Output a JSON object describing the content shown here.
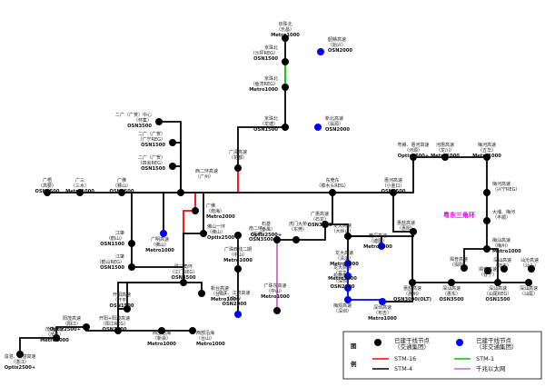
{
  "region_label": "粤东三角环",
  "legend": {
    "title_chars": [
      "图",
      "例"
    ],
    "items": [
      {
        "label": "已建干线节点\n（交通集团）",
        "color": "#000000"
      },
      {
        "label": "已建干线节点\n（非交通集团）",
        "color": "#0000ff"
      },
      {
        "label": "STM-16",
        "color": "#ff0000"
      },
      {
        "label": "STM-1",
        "color": "#00c000"
      },
      {
        "label": "STM-4",
        "color": "#000000"
      },
      {
        "label": "千兆以太网",
        "color": "#cc66cc"
      }
    ]
  },
  "nodes": [
    {
      "id": "jg_n",
      "label": "京珠北\n（乐昌）",
      "equip": "Metro1000",
      "color": "#000000"
    },
    {
      "id": "jg_sr",
      "label": "京珠北\n（沙坪REG）",
      "equip": "OSN1500",
      "color": "#000000"
    },
    {
      "id": "sg",
      "label": "韶赣高速\n（始兴）",
      "equip": "OSN2000",
      "color": "#0000ff"
    },
    {
      "id": "jg_dl",
      "label": "京珠北\n（鱼湾REG）",
      "equip": "Metro1000",
      "color": "#000000"
    },
    {
      "id": "jg_s",
      "label": "京珠北\n（龙塘）",
      "equip": "OSN1500",
      "color": "#000000"
    },
    {
      "id": "xg",
      "label": "新北高速\n（翁源）",
      "equip": "OSN2000",
      "color": "#0000ff"
    },
    {
      "id": "eg_c",
      "label": "二广（广贺）中心\n（怀集）",
      "equip": "OSN3500",
      "color": "#000000"
    },
    {
      "id": "eg_r1",
      "label": "二广（广贺）\n（广宁REG）",
      "equip": "OSN1500",
      "color": "#000000"
    },
    {
      "id": "eg_r2",
      "label": "二广（广贺）\n（四会REG）",
      "equip": "OSN1500",
      "color": "#000000"
    },
    {
      "id": "gz_hb",
      "label": "广清高速\n（花都）",
      "equip": "",
      "color": "#000000"
    },
    {
      "id": "hub",
      "label": "西二环高速\n（广州）",
      "equip": "",
      "color": "#000000"
    },
    {
      "id": "gw",
      "label": "广梧\n（高要）",
      "equip": "OSN3500",
      "color": "#000000"
    },
    {
      "id": "gz",
      "label": "广三\n（三水）",
      "equip": "Metro1000",
      "color": "#000000"
    },
    {
      "id": "gk",
      "label": "广佛\n（狮山）",
      "equip": "OSN1500",
      "color": "#000000"
    },
    {
      "id": "gm",
      "label": "广明高速\n（佛山）",
      "equip": "Metro1000",
      "color": "#0000ff"
    },
    {
      "id": "jz",
      "label": "江肇\n（鹤山）",
      "equip": "OSN1500",
      "color": "#000000"
    },
    {
      "id": "jz_reg",
      "label": "江肇\n（鹤山REG）",
      "equip": "OSN1500",
      "color": "#000000"
    },
    {
      "id": "ftm",
      "label": "广佛\n（南海）",
      "equip": "Metro2000",
      "color": "#000000"
    },
    {
      "id": "ftm2",
      "label": "佛山一环\n（佛山）",
      "equip": "Optix2500+",
      "color": "#000000"
    },
    {
      "id": "jm",
      "label": "珠三角环\n（江门REG）",
      "equip": "OSN3500",
      "color": "#000000"
    },
    {
      "id": "kp",
      "label": "开阳高速\n（开平）",
      "equip": "OSN1500",
      "color": "#000000"
    },
    {
      "id": "xh",
      "label": "新台高速\n（台山）",
      "equip": "Metro1000",
      "color": "#000000"
    },
    {
      "id": "kp_reg",
      "label": "开阳+阳茂高速\n（阳江REG）",
      "equip": "OSN3500",
      "color": "#000000"
    },
    {
      "id": "xj",
      "label": "西部沿海\n（新会）",
      "equip": "Metro1000",
      "color": "#000000"
    },
    {
      "id": "yj2",
      "label": "西部沿海\n（台山）",
      "equip": "Metro1000",
      "color": "#000000"
    },
    {
      "id": "yj",
      "label": "阳茂高速\n（阳江）",
      "equip": "Optix2500+",
      "color": "#000000"
    },
    {
      "id": "mm",
      "label": "茂湛高速\n（茂名）",
      "equip": "Metro1000",
      "color": "#000000"
    },
    {
      "id": "zj",
      "label": "渝湛、渝湛高速\n（湛江）",
      "equip": "Optix2500+",
      "color": "#000000"
    },
    {
      "id": "dz",
      "label": "南二环\n（东莞）",
      "equip": "OSN3500",
      "color": "#000000"
    },
    {
      "id": "gh",
      "label": "广珠西线二期\n（中山）",
      "equip": "Metro1000",
      "color": "#000000"
    },
    {
      "id": "zs",
      "label": "中江、江鹤高速\n（江门）",
      "equip": "OSN2000",
      "color": "#0000ff"
    },
    {
      "id": "gz2",
      "label": "广珠东高速\n（中山）",
      "equip": "Metro1000",
      "color": "#000000"
    },
    {
      "id": "sd",
      "label": "石基\n（番禺）",
      "equip": "Optix2500+",
      "color": "#000000"
    },
    {
      "id": "hm",
      "label": "虎门大桥\n（东莞）",
      "equip": "",
      "color": "#000000"
    },
    {
      "id": "gs",
      "label": "广惠高速\n（石龙）",
      "equip": "OSN3500",
      "color": "#000000"
    },
    {
      "id": "hh",
      "label": "惠河高速\n（小金口）",
      "equip": "OSN3500",
      "color": "#000000"
    },
    {
      "id": "zs2",
      "label": "莞深高速\n（塘厦）",
      "equip": "Metro1000",
      "color": "#0000ff"
    },
    {
      "id": "dh_reg",
      "label": "东莞东\n（樟木头REG）",
      "equip": "",
      "color": "#000000"
    },
    {
      "id": "ls",
      "label": "龙大高速\n（清溪）",
      "equip": "Metro1000",
      "color": "#0000ff"
    },
    {
      "id": "ld",
      "label": "龙大高速\n（大岭山）",
      "equip": "",
      "color": "#000000"
    },
    {
      "id": "sz",
      "label": "机荷高速\n（深圳）",
      "equip": "OSN2000",
      "color": "#0000ff"
    },
    {
      "id": "lh",
      "label": "龙大高速\n（龙华）",
      "equip": "Metro3000",
      "color": "#0000ff"
    },
    {
      "id": "mg",
      "label": "梅观高速\n（深圳）",
      "equip": "",
      "color": "#0000ff"
    },
    {
      "id": "sz2",
      "label": "深圳高速\n（布吉）",
      "equip": "Metro1000",
      "color": "#0000ff"
    },
    {
      "id": "hz",
      "label": "惠盐高速\n（惠州）",
      "equip": "OSN3000(OLT)",
      "color": "#000000"
    },
    {
      "id": "ds",
      "label": "深汕高速\n（惠东）",
      "equip": "OSN3500",
      "color": "#000000"
    },
    {
      "id": "ds2",
      "label": "深汕高速\n（汕尾REG）",
      "equip": "OSN1500",
      "color": "#000000"
    },
    {
      "id": "sw",
      "label": "深汕高速\n（汕尾）",
      "equip": "",
      "color": "#000000"
    },
    {
      "id": "hb",
      "label": "惠盐高速\n（惠阳）",
      "equip": "",
      "color": "#000000"
    },
    {
      "id": "hy",
      "label": "粤赣、惠河高速\n（河源）",
      "equip": "Optix2500+",
      "color": "#000000"
    },
    {
      "id": "hm2",
      "label": "河惠高速\n（龙川）",
      "equip": "Metro1000",
      "color": "#000000"
    },
    {
      "id": "mz",
      "label": "梅河高速\n（五华）",
      "equip": "Metro1000",
      "color": "#000000"
    },
    {
      "id": "mz2",
      "label": "梅河高速\n（兴宁REG）",
      "equip": "",
      "color": "#000000"
    },
    {
      "id": "sg2",
      "label": "大埔、梅河\n（丰顺）",
      "equip": "",
      "color": "#000000"
    },
    {
      "id": "mz3",
      "label": "梅汕高速\n（梅州）",
      "equip": "Metro1000",
      "color": "#000000"
    },
    {
      "id": "mz4",
      "label": "揭普高速\n（揭阳）",
      "equip": "",
      "color": "#000000"
    },
    {
      "id": "st",
      "label": "汕汾高速\n（汕头）",
      "equip": "",
      "color": "#000000"
    },
    {
      "id": "jx",
      "label": "深汕高速\n（陆丰）",
      "equip": "",
      "color": "#000000"
    },
    {
      "id": "ft",
      "label": "揭普高速\n（普宁）",
      "equip": "",
      "color": "#000000"
    }
  ]
}
